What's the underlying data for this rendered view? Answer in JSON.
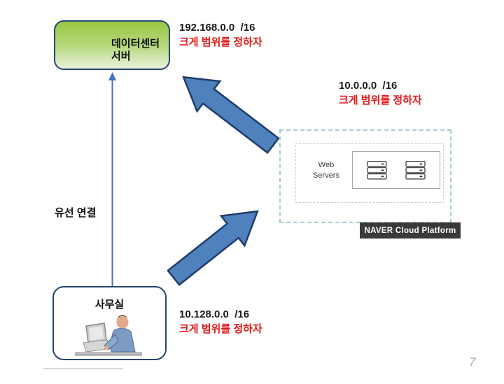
{
  "page_number": "7",
  "boxes": {
    "datacenter": {
      "label": "데이터센터\n서버"
    },
    "office": {
      "label": "사무실"
    }
  },
  "annotations": {
    "datacenter": {
      "cidr": "192.168.0.0  /16",
      "note": "크게 범위를 정하자"
    },
    "cloud": {
      "cidr": "10.0.0.0  /16",
      "note": "크게 범위를 정하자"
    },
    "office": {
      "cidr": "10.128.0.0  /16",
      "note": "크게 범위를 정하자"
    }
  },
  "connection": {
    "label": "유선 연결"
  },
  "cloud_platform": {
    "group_label": "Web\nServers",
    "badge": "NAVER Cloud Platform",
    "server_count": 2
  },
  "colors": {
    "note_red": "#e01a1a",
    "arrow_fill": "#4f81bd",
    "arrow_stroke": "#1e3c6b",
    "node_border": "#26456f",
    "node_green_top": "#97c744",
    "node_green_bottom": "#eaf3de",
    "connector_blue": "#4472c4",
    "cloud_dash_border": "#a5ccd4",
    "badge_bg": "#3a3a3a",
    "badge_text": "#ffffff",
    "page_number_gray": "#a9a9a9"
  }
}
